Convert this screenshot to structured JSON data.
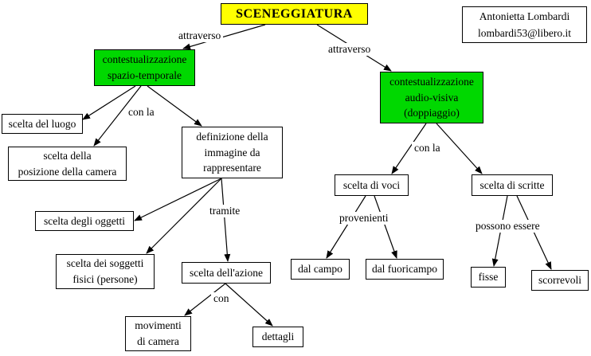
{
  "title": "SCENEGGIATURA",
  "author": {
    "name": "Antonietta Lombardi",
    "email": "lombardi53@libero.it"
  },
  "colors": {
    "title_bg": "#FFFF00",
    "concept_bg": "#00D800",
    "node_bg": "#FFFFFF",
    "line_color": "#000000"
  },
  "nodes": {
    "spazio": {
      "label": "contestualizzazione\nspazio-temporale"
    },
    "audio": {
      "label": "contestualizzazione\naudio-visiva\n(doppiaggio)"
    },
    "luogo": {
      "label": "scelta del luogo"
    },
    "posizione": {
      "label": "scelta della\nposizione della camera"
    },
    "definizione": {
      "label": "definizione della\nimmagine da\nrappresentare"
    },
    "oggetti": {
      "label": "scelta degli oggetti"
    },
    "soggetti": {
      "label": "scelta dei soggetti\nfisici (persone)"
    },
    "azione": {
      "label": "scelta dell'azione"
    },
    "movimenti": {
      "label": "movimenti\ndi camera"
    },
    "dettagli": {
      "label": "dettagli"
    },
    "voci": {
      "label": "scelta di voci"
    },
    "scritte": {
      "label": "scelta di scritte"
    },
    "dal_campo": {
      "label": "dal campo"
    },
    "dal_fuoricampo": {
      "label": "dal fuoricampo"
    },
    "fisse": {
      "label": "fisse"
    },
    "scorrevoli": {
      "label": "scorrevoli"
    }
  },
  "link_labels": {
    "attraverso_left": "attraverso",
    "attraverso_right": "attraverso",
    "con_la_left": "con la",
    "con_la_right": "con la",
    "tramite": "tramite",
    "con": "con",
    "provenienti": "provenienti",
    "possono_essere": "possono essere"
  }
}
